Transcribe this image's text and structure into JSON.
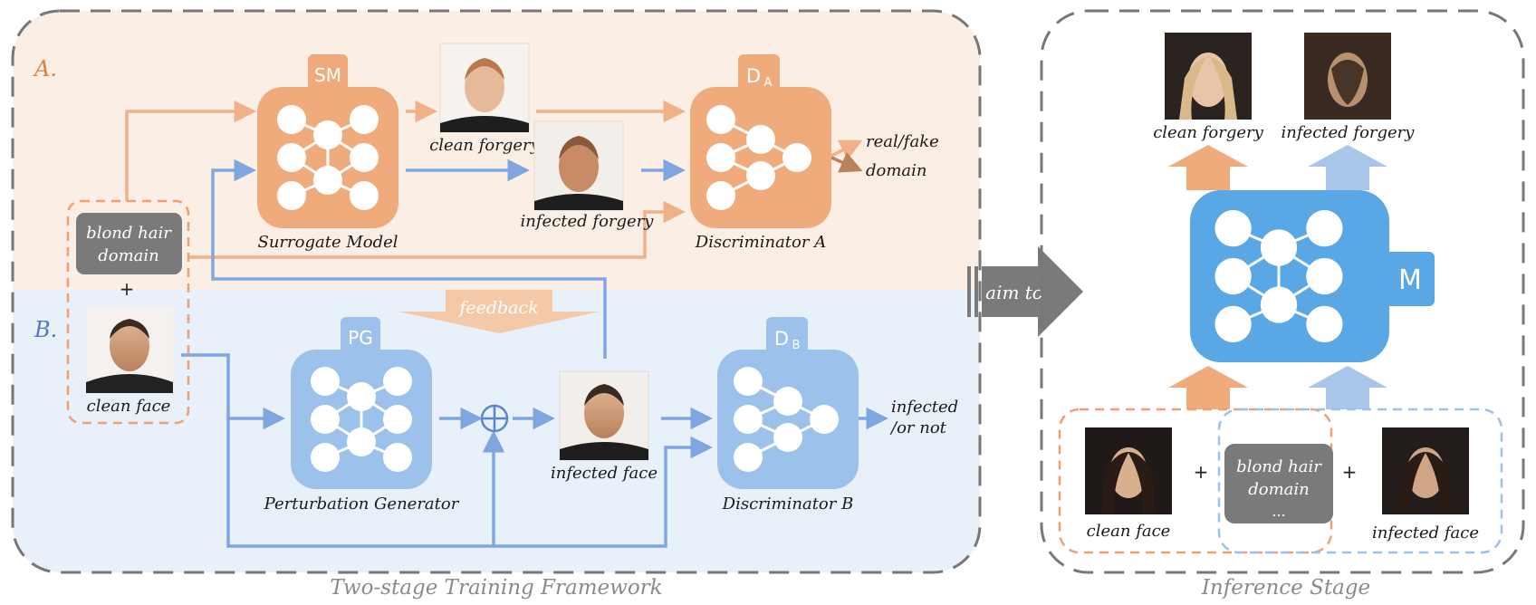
{
  "colors": {
    "orange": "#ef9f6b",
    "orange_light": "#f3b48a",
    "orange_bg": "#fbeee4",
    "blue": "#5aa7e6",
    "blue_light": "#93bde8",
    "blue_bg": "#e8f0f9",
    "gray_box": "#7a7a7a",
    "dash": "#777777"
  },
  "training": {
    "caption": "Two-stage Training Framework",
    "stage_a": {
      "label": "A.",
      "surrogate": {
        "tag": "SM",
        "name": "Surrogate Model"
      },
      "discriminator": {
        "tag_main": "D",
        "tag_sub": "A",
        "name": "Discriminator A"
      },
      "clean_forgery": "clean forgery",
      "infected_forgery": "infected forgery",
      "outputs": [
        "real/fake",
        "domain"
      ]
    },
    "input": {
      "attribute": [
        "blond hair",
        "domain"
      ],
      "plus": "+",
      "clean_face": "clean face"
    },
    "stage_b": {
      "label": "B.",
      "feedback": "feedback",
      "generator": {
        "tag": "PG",
        "name": "Perturbation Generator"
      },
      "discriminator": {
        "tag_main": "D",
        "tag_sub": "B",
        "name": "Discriminator B"
      },
      "oplus": "⊕",
      "infected_face": "infected face",
      "outputs": [
        "infected",
        "/or not"
      ]
    }
  },
  "aim_to": "aim to",
  "inference": {
    "caption": "Inference Stage",
    "model_tag": "M",
    "clean_forgery": "clean forgery",
    "infected_forgery": "infected forgery",
    "clean_face": "clean face",
    "infected_face": "infected face",
    "attribute": [
      "blond hair",
      "domain",
      "..."
    ],
    "plus_left": "+",
    "plus_right": "+"
  }
}
